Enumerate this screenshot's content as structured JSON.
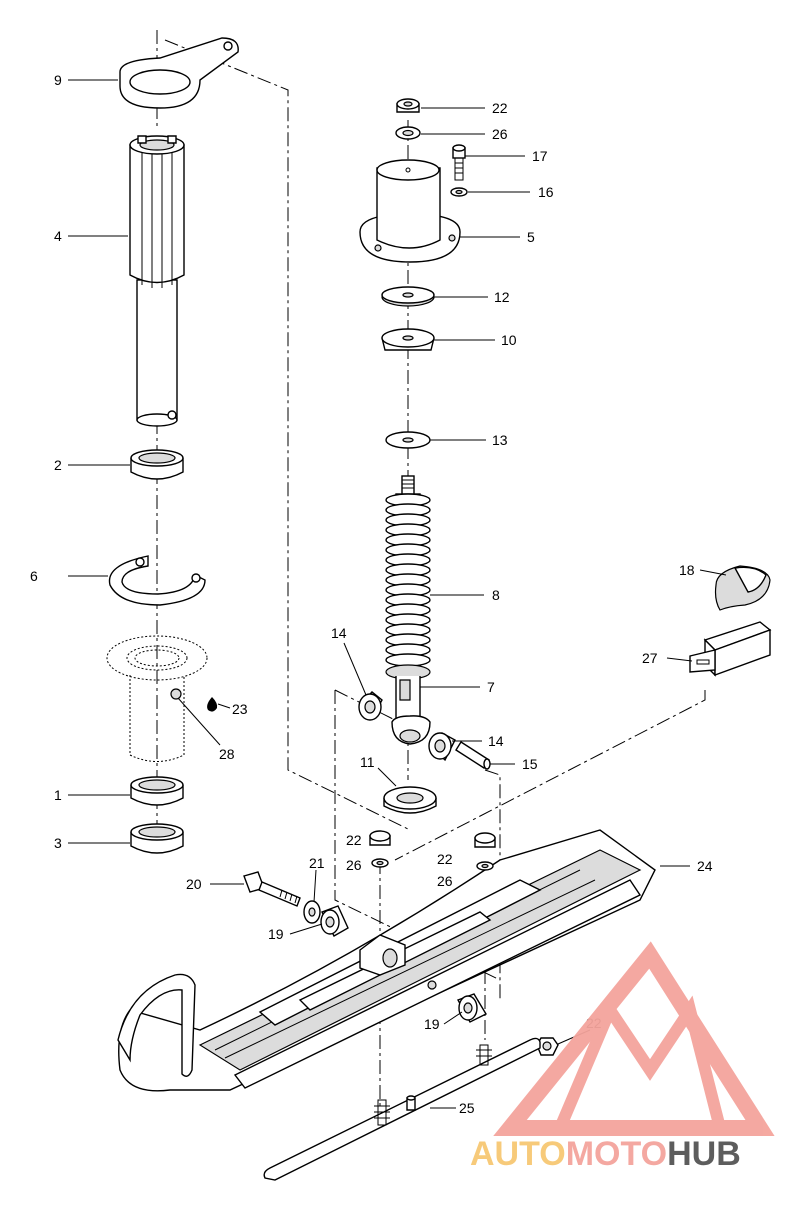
{
  "callouts": [
    {
      "id": "c9",
      "label": "9"
    },
    {
      "id": "c4",
      "label": "4"
    },
    {
      "id": "c2",
      "label": "2"
    },
    {
      "id": "c6",
      "label": "6"
    },
    {
      "id": "c1",
      "label": "1"
    },
    {
      "id": "c3",
      "label": "3"
    },
    {
      "id": "c23",
      "label": "23"
    },
    {
      "id": "c28",
      "label": "28"
    },
    {
      "id": "c22a",
      "label": "22"
    },
    {
      "id": "c26a",
      "label": "26"
    },
    {
      "id": "c17",
      "label": "17"
    },
    {
      "id": "c16",
      "label": "16"
    },
    {
      "id": "c5",
      "label": "5"
    },
    {
      "id": "c12",
      "label": "12"
    },
    {
      "id": "c10",
      "label": "10"
    },
    {
      "id": "c13",
      "label": "13"
    },
    {
      "id": "c8",
      "label": "8"
    },
    {
      "id": "c7",
      "label": "7"
    },
    {
      "id": "c14a",
      "label": "14"
    },
    {
      "id": "c14b",
      "label": "14"
    },
    {
      "id": "c15",
      "label": "15"
    },
    {
      "id": "c11",
      "label": "11"
    },
    {
      "id": "c18",
      "label": "18"
    },
    {
      "id": "c27",
      "label": "27"
    },
    {
      "id": "c24",
      "label": "24"
    },
    {
      "id": "c22b",
      "label": "22"
    },
    {
      "id": "c26b",
      "label": "26"
    },
    {
      "id": "c22c",
      "label": "22"
    },
    {
      "id": "c26c",
      "label": "26"
    },
    {
      "id": "c20",
      "label": "20"
    },
    {
      "id": "c21",
      "label": "21"
    },
    {
      "id": "c19a",
      "label": "19"
    },
    {
      "id": "c19b",
      "label": "19"
    },
    {
      "id": "c22d",
      "label": "22"
    },
    {
      "id": "c25",
      "label": "25"
    }
  ],
  "watermark": {
    "part1": "AUTO",
    "part2": "MOTO",
    "part3": "HUB",
    "color_primary": "#f4a49c",
    "color_accent": "#f7c873",
    "color_dark": "#555555"
  }
}
